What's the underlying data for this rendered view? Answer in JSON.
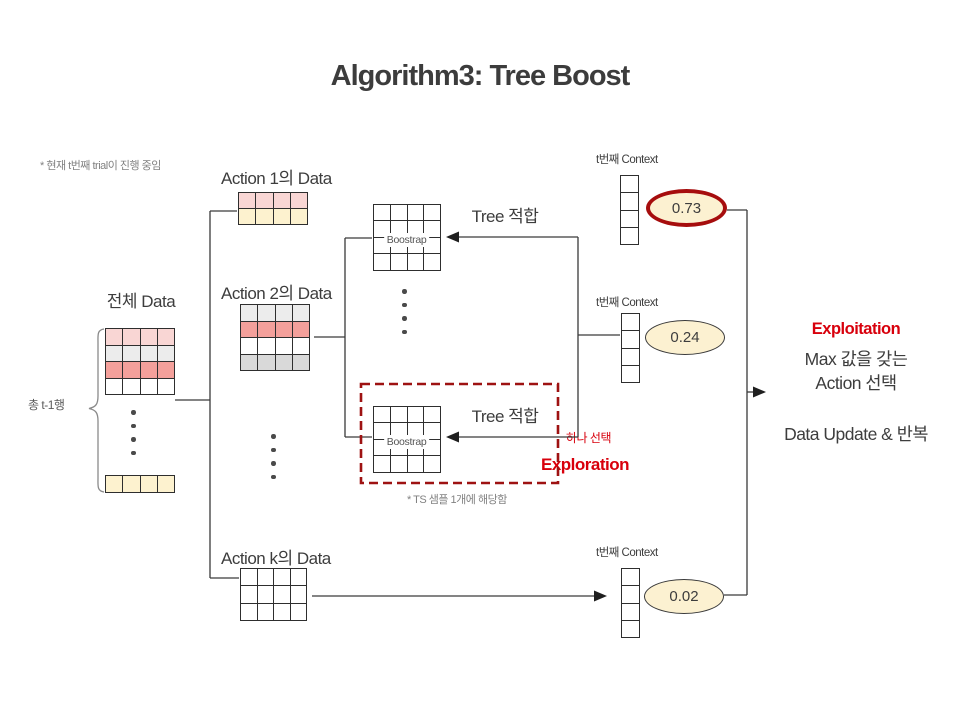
{
  "title": "Algorithm3: Tree Boost",
  "notes": {
    "trial_note": "* 현재 t번째 trial이 진행 중임",
    "ts_note": "* TS 샘플 1개에 해당함"
  },
  "palette": {
    "pink": "#f9d6d4",
    "salmon": "#f4a09b",
    "lightgray": "#ececec",
    "gray": "#d9d9d9",
    "cream": "#fdf2cf",
    "white": "#ffffff",
    "dark_red": "#a60d0d",
    "bright_red": "#d8000c",
    "text": "#3d3d3d",
    "muted": "#828282"
  },
  "left_panel": {
    "label": "전체 Data",
    "row_count_label": "총 t-1행"
  },
  "actions": {
    "action1_label": "Action 1의 Data",
    "action2_label": "Action 2의 Data",
    "actionk_label": "Action k의 Data"
  },
  "trees": {
    "bootstrap_top_label": "Boostrap",
    "bootstrap_bottom_label": "Boostrap",
    "tree_fit_top": "Tree 적합",
    "tree_fit_bottom": "Tree 적합",
    "pick_one": "하나 선택",
    "exploration": "Exploration"
  },
  "contexts": {
    "label_top": "t번째 Context",
    "label_mid": "t번째 Context",
    "label_bottom": "t번째 Context",
    "value_top": "0.73",
    "value_mid": "0.24",
    "value_bottom": "0.02"
  },
  "right_block": {
    "exploitation": "Exploitation",
    "max_line1": "Max 값을 갖는",
    "max_line2": "Action 선택",
    "update_line": "Data Update & 반복"
  },
  "grids": {
    "full_data": {
      "cols": 4,
      "row_colors": [
        "pink",
        "lightgray",
        "salmon",
        "white"
      ]
    },
    "full_data_last": {
      "cols": 4,
      "row_colors": [
        "cream"
      ]
    },
    "action1": {
      "cols": 4,
      "row_colors": [
        "pink",
        "cream"
      ]
    },
    "action2": {
      "cols": 4,
      "row_colors": [
        "lightgray",
        "salmon",
        "white",
        "gray"
      ]
    },
    "actionk": {
      "cols": 4,
      "row_colors": [
        "white",
        "white",
        "white"
      ]
    },
    "bootstrap_top": {
      "cols": 4,
      "row_colors": [
        "white",
        "white",
        "white",
        "white"
      ]
    },
    "bootstrap_bottom": {
      "cols": 4,
      "row_colors": [
        "white",
        "white",
        "white",
        "white"
      ]
    },
    "vector_top": {
      "cols": 1,
      "row_colors": [
        "white",
        "white",
        "white",
        "white"
      ]
    },
    "vector_mid": {
      "cols": 1,
      "row_colors": [
        "white",
        "white",
        "white",
        "white"
      ]
    },
    "vector_bottom": {
      "cols": 1,
      "row_colors": [
        "white",
        "white",
        "white",
        "white"
      ]
    }
  }
}
